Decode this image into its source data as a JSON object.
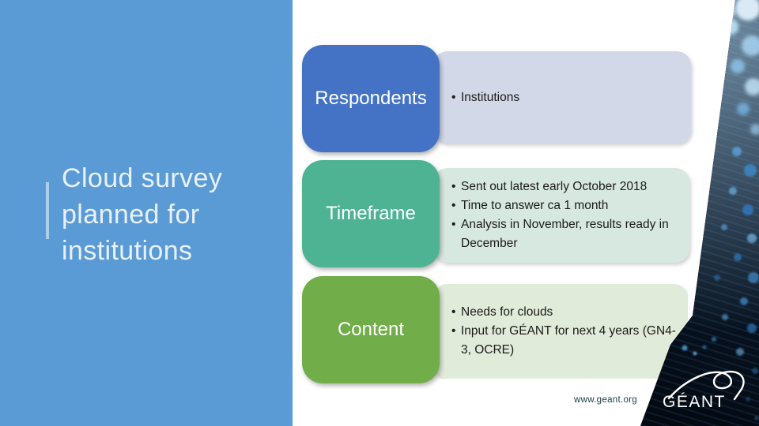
{
  "slide": {
    "title": "Cloud survey planned for institutions",
    "footer_url": "www.geant.org",
    "logo_text": "GÉANT"
  },
  "rows": [
    {
      "header": "Respondents",
      "header_color": "#4473C6",
      "body_color": "#D3D8E8",
      "bullets": [
        "Institutions"
      ]
    },
    {
      "header": "Timeframe",
      "header_color": "#4DB392",
      "body_color": "#D7E8E1",
      "bullets": [
        "Sent out latest early October 2018",
        "Time to answer ca 1 month",
        "Analysis in November, results ready in December"
      ]
    },
    {
      "header": "Content",
      "header_color": "#71AD48",
      "body_color": "#E1EBDA",
      "bullets": [
        "Needs for clouds",
        "Input for GÉANT for next 4 years (GN4-3, OCRE)"
      ]
    }
  ],
  "colors": {
    "sidebar": "#5B9BD5",
    "accent_bar": "#AECFEA",
    "title_text": "#E8F1FA",
    "bullet_text": "#1B1B19",
    "footer_text": "#173E48",
    "photo_band_base": "#04080d"
  }
}
